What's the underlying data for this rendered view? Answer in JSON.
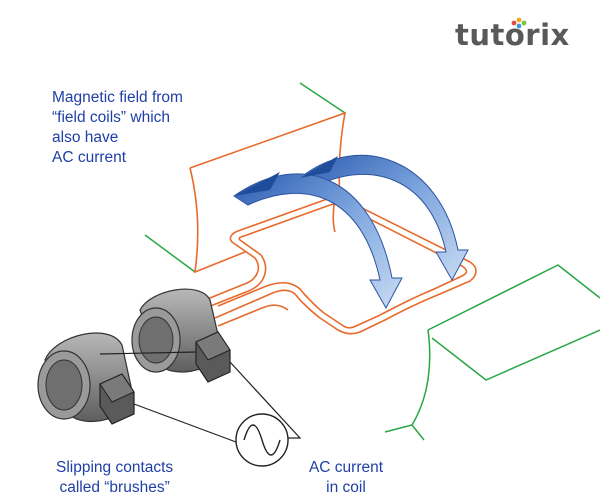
{
  "brand": {
    "logo_text": "tutorix",
    "logo_dot_colors": [
      "#e84c3d",
      "#f5a623",
      "#7ac142",
      "#3b9ad9"
    ]
  },
  "labels": {
    "field_coils": [
      "Magnetic field from",
      "“field coils” which",
      "also have",
      "AC current"
    ],
    "brushes": [
      "Slipping contacts",
      "called “brushes”"
    ],
    "coil_current": [
      "AC current",
      "in coil"
    ]
  },
  "colors": {
    "label_text": "#1f3fa6",
    "coil_wire": "#e86a2b",
    "pole_outline": "#28a745",
    "field_arrow": "#3a6fc4",
    "commutator": "#8a8a8a"
  },
  "icons": {
    "ac_source": "sine-wave-icon"
  }
}
